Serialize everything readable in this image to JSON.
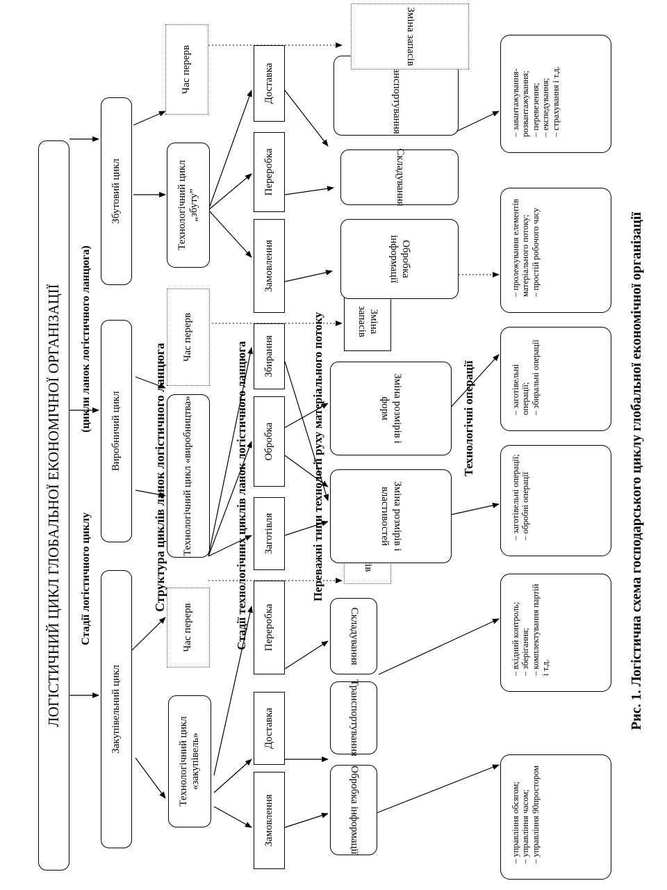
{
  "title": "ЛОГІСТИЧНИЙ ЦИКЛ ГЛОБАЛЬНОЇ ЕКОНОМІЧНОЇ ОРГАНІЗАЦІЇ",
  "labels": {
    "stages": "Стадії логістичного циклу",
    "links_cycles": "(цикли ланок логістичного ланцюга)",
    "structure": "Структура циклів ланок логістичного ланцюга",
    "tech_stages": "Стадії технологічних циклів ланок логістичного ланцюга",
    "flow_types": "Переважні типи технології руху матеріального потоку",
    "tech_ops": "Технологічні операції"
  },
  "cycles": {
    "procurement": "Закупівельний цикл",
    "production": "Виробничий цикл",
    "sales": "Збутовий цикл"
  },
  "tech_cycles": {
    "procurement": "Технологічний цикл «закупівель»",
    "production": "Технологічний цикл «виробництва»",
    "sales": "Технологічний цикл „збуту”"
  },
  "breaks": {
    "procurement": "Час перерв",
    "production": "Час перерв",
    "sales": "Час перерв"
  },
  "stock_change": {
    "procurement": "Зміна запасів",
    "production": "Зміна запасів",
    "sales": "Зміна запасів"
  },
  "stages": {
    "p_order": "Замовлення",
    "p_delivery": "Доставка",
    "p_processing": "Переробка",
    "m_blank": "Заготівля",
    "m_processing": "Обробка",
    "m_assembly": "Збирання",
    "s_order": "Замовлення",
    "s_processing": "Переробка",
    "s_delivery": "Доставка"
  },
  "flows": {
    "p_info": "Обробка інформації",
    "p_transport": "Транспортування",
    "p_storage": "Складування",
    "m_props": "Зміна розмірів і властивостей",
    "m_form": "Зміна розмірів і форм",
    "s_info": "Обробка інформації",
    "s_storage": "Складування",
    "s_transport": "Транспортування"
  },
  "ops": {
    "o1": [
      "управління обсягом;",
      "управління часом;",
      "управління 90простором"
    ],
    "o2": [
      "вхідний контроль;",
      "зберігання;",
      "комплектування партій і т.д."
    ],
    "o3": [
      "заготівельні операції;",
      "обробні операції"
    ],
    "o4": [
      "заготівельні операції;",
      "збиральні операції"
    ],
    "o5": [
      "пролежування елементів матеріального потоку;",
      "простій робочого часу"
    ],
    "o6": [
      "завантажування-розвантажування;",
      "перевезення;",
      "експедування;",
      "страхування і т.д."
    ]
  },
  "caption": "Рис. 1. Логістична схема господарського циклу глобальної економічної організації"
}
